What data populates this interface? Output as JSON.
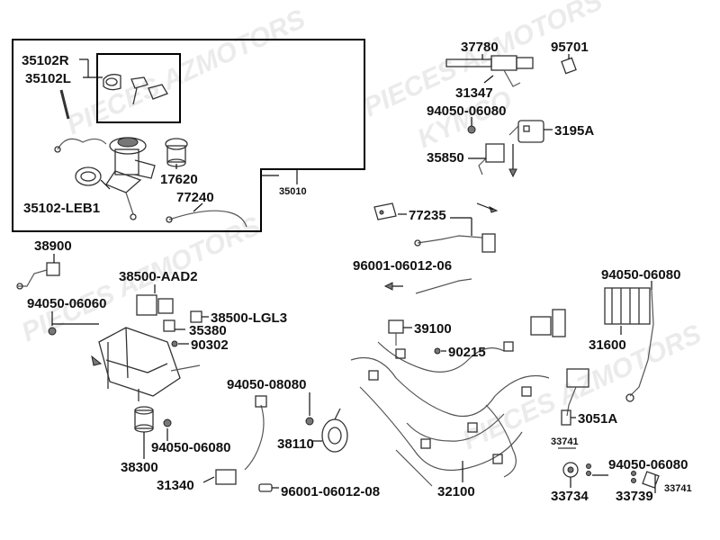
{
  "watermark": {
    "line1": "PIECES AZMOTORS",
    "line2": "KYMCO"
  },
  "labels": {
    "l35102R": "35102R",
    "l35102L": "35102L",
    "l17620": "17620",
    "l35102LEB1": "35102-LEB1",
    "l77240": "77240",
    "l35010": "35010",
    "l37780": "37780",
    "l95701": "95701",
    "l31347": "31347",
    "l94050_06080_a": "94050-06080",
    "l3195A": "3195A",
    "l35850": "35850",
    "l77235": "77235",
    "l96001_06012_06": "96001-06012-06",
    "l38900": "38900",
    "l94050_06060": "94050-06060",
    "l38500_AAD2": "38500-AAD2",
    "l38500_LGL3": "38500-LGL3",
    "l35380": "35380",
    "l90302": "90302",
    "l94050_06080_b": "94050-06080",
    "l31600": "31600",
    "l39100": "39100",
    "l90215": "90215",
    "l94050_08080": "94050-08080",
    "l38110": "38110",
    "l3051A": "3051A",
    "l94050_06080_c": "94050-06080",
    "l38300": "38300",
    "l31340": "31340",
    "l96001_06012_08": "96001-06012-08",
    "l32100": "32100",
    "l33741_a": "33741",
    "l94050_06080_d": "94050-06080",
    "l33734": "33734",
    "l33739": "33739",
    "l33741_b": "33741"
  }
}
